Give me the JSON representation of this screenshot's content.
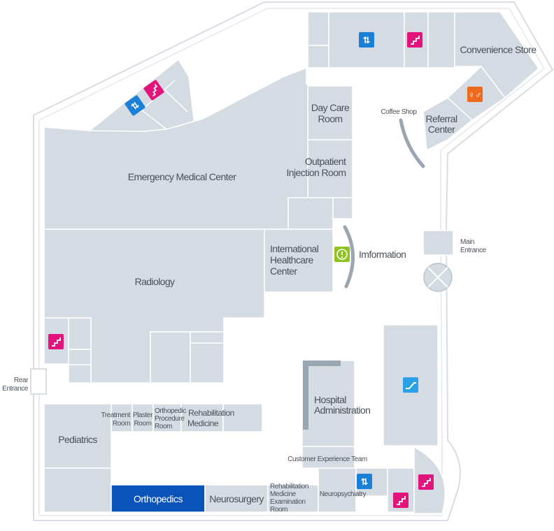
{
  "rooms": {
    "emergency": "Emergency Medical Center",
    "radiology": "Radiology",
    "day_care_1": "Day Care",
    "day_care_2": "Room",
    "outpatient_1": "Outpatient",
    "outpatient_2": "Injection Room",
    "international_1": "International",
    "international_2": "Healthcare",
    "international_3": "Center",
    "information": "Imformation",
    "convenience": "Convenience Store",
    "coffee": "Coffee Shop",
    "referral_1": "Referral",
    "referral_2": "Center",
    "main_entrance_1": "Main",
    "main_entrance_2": "Entrance",
    "rear_entrance_1": "Rear",
    "rear_entrance_2": "Entrance",
    "treatment_1": "Treatment",
    "treatment_2": "Room",
    "plaster_1": "Plaster",
    "plaster_2": "Room",
    "ortho_proc_1": "Orthopedic",
    "ortho_proc_2": "Procedure",
    "ortho_proc_3": "Room",
    "rehab_med_1": "Rehabilitation",
    "rehab_med_2": "Medicine",
    "pediatrics": "Pediatrics",
    "hospital_admin_1": "Hospital",
    "hospital_admin_2": "Administration",
    "customer_exp": "Customer Experience Team",
    "orthopedics": "Orthopedics",
    "neurosurgery": "Neurosurgery",
    "rehab_exam_1": "Rehabilitation",
    "rehab_exam_2": "Medicine",
    "rehab_exam_3": "Examination",
    "rehab_exam_4": "Room",
    "neuropsychiatry": "Neuropsychiatry"
  },
  "icons": {
    "elevator": "elevator-icon",
    "stairs": "stairs-icon",
    "restroom": "restroom-icon",
    "info": "info-icon",
    "escalator": "escalator-icon"
  },
  "colors": {
    "room": "#d4dbe2",
    "highlight": "#0a53b8",
    "elevator": "#1a7fd6",
    "stairs": "#e2137b",
    "restroom": "#f06a1e",
    "info": "#8fc31f",
    "escalator": "#2aa0e6",
    "arc": "#9aa6b1"
  }
}
